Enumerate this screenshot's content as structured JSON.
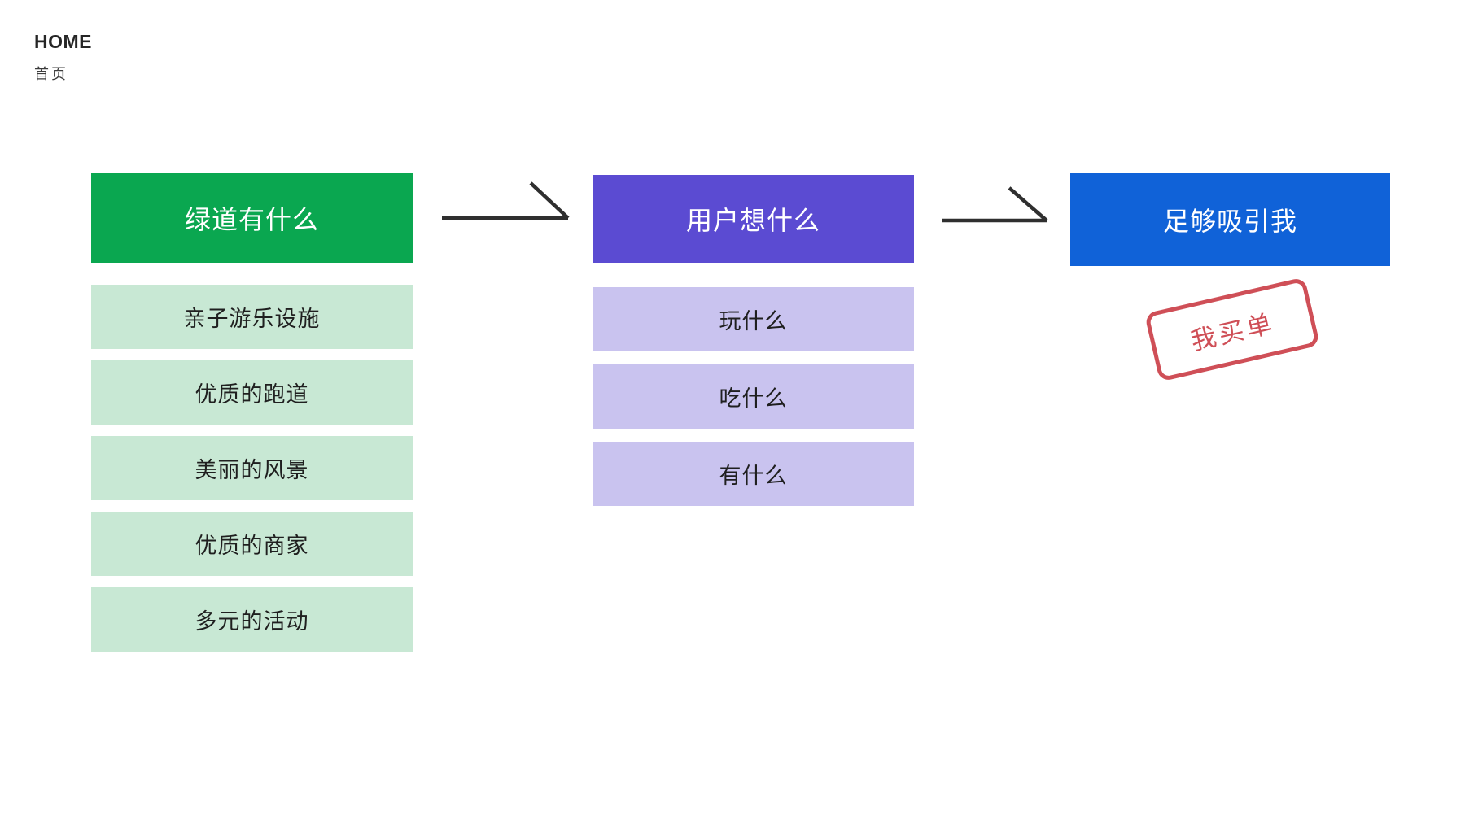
{
  "page": {
    "title": "HOME",
    "subtitle": "首页"
  },
  "colors": {
    "green": "#0aa750",
    "green_light": "#c8e8d4",
    "purple": "#5b4bd2",
    "purple_light": "#c9c3ef",
    "blue": "#1062d8",
    "stamp_red": "#cb4149",
    "arrow": "#2f2f2f",
    "text_dark": "#1f1f1f",
    "text_light": "#ffffff",
    "title_dark": "#262626",
    "subtitle_gray": "#3c3c3c"
  },
  "columns": [
    {
      "id": "greenway",
      "header": "绿道有什么",
      "items": [
        "亲子游乐设施",
        "优质的跑道",
        "美丽的风景",
        "优质的商家",
        "多元的活动"
      ]
    },
    {
      "id": "user-wants",
      "header": "用户想什么",
      "items": [
        "玩什么",
        "吃什么",
        "有什么"
      ]
    },
    {
      "id": "attract-me",
      "header": "足够吸引我",
      "items": []
    }
  ],
  "connectors": [
    {
      "from": "绿道有什么",
      "to": "用户想什么",
      "style": "hand-drawn-arrow-right"
    },
    {
      "from": "用户想什么",
      "to": "足够吸引我",
      "style": "hand-drawn-arrow-right"
    }
  ],
  "stamp": {
    "label": "我买单",
    "rotation_deg": -13
  }
}
